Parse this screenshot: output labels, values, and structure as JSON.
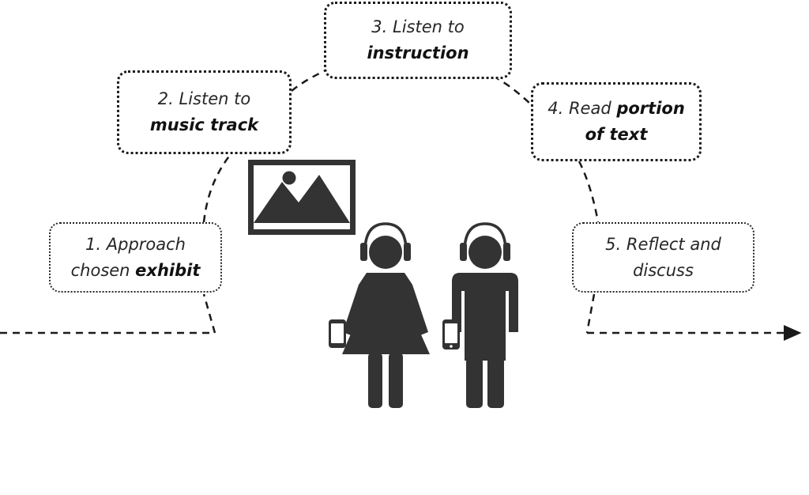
{
  "steps": [
    {
      "number": "1.",
      "line1": "Approach",
      "line2_pre": "chosen ",
      "line2_bold": "exhibit"
    },
    {
      "number": "2.",
      "line1": "Listen to",
      "line2_pre": "",
      "line2_bold": "music track"
    },
    {
      "number": "3.",
      "line1": "Listen to",
      "line2_pre": "",
      "line2_bold": "instruction"
    },
    {
      "number": "4.",
      "line1_pre": "Read ",
      "line1_bold": "portion",
      "line2_bold": "of text"
    },
    {
      "number": "5.",
      "line1": "Reflect and",
      "line2_pre": "discuss",
      "line2_bold": ""
    }
  ],
  "icons": {
    "picture": "framed-picture-icon",
    "woman": "woman-with-headphones-and-phone-icon",
    "man": "man-with-headphones-and-phone-icon"
  },
  "colors": {
    "ink": "#262626",
    "figure": "#333333",
    "background": "#ffffff"
  }
}
